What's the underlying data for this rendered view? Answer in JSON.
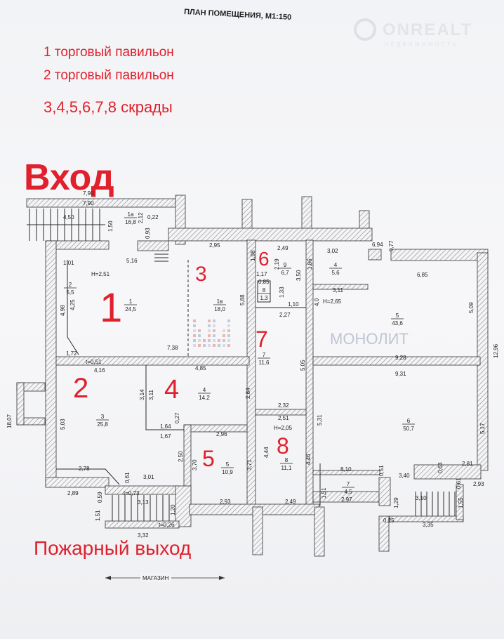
{
  "title": "ПЛАН ПОМЕЩЕНИЯ, М1:150",
  "watermarks": {
    "onrealt": "ONREALT",
    "onrealt_sub": "НЕДВИЖИМОСТЬ",
    "monolit": "МОНОЛИТ"
  },
  "annotations": {
    "line1": "1 торговый павильон",
    "line2": "2 торговый павильон",
    "line3": "3,4,5,6,7,8 скрады",
    "entrance": "Вход",
    "fire_exit": "Пожарный выход"
  },
  "big_labels": [
    "1",
    "2",
    "3",
    "4",
    "5",
    "6",
    "7",
    "8"
  ],
  "rooms": [
    {
      "num": "1а",
      "area": "16,8"
    },
    {
      "num": "1",
      "area": "24,5"
    },
    {
      "num": "2",
      "area": "5,5"
    },
    {
      "num": "1в",
      "area": "18,0"
    },
    {
      "num": "9",
      "area": "6,7"
    },
    {
      "num": "4",
      "area": "5,6"
    },
    {
      "num": "8",
      "area": "1,3"
    },
    {
      "num": "5",
      "area": "43,6"
    },
    {
      "num": "7",
      "area": "11,6"
    },
    {
      "num": "3",
      "area": "25,8"
    },
    {
      "num": "4",
      "area": "14,2"
    },
    {
      "num": "5",
      "area": "10,9"
    },
    {
      "num": "8",
      "area": "11,1"
    },
    {
      "num": "6",
      "area": "50,7"
    },
    {
      "num": "7",
      "area": "4,5"
    }
  ],
  "dims": [
    "7,90",
    "7,90",
    "4,50",
    "2,12",
    "0,22",
    "0,93",
    "1,50",
    "5,16",
    "1,01",
    "H=2,51",
    "4,98",
    "4,25",
    "2,95",
    "5,88",
    "2,49",
    "1,98",
    "2,19",
    "3,50",
    "1,17",
    "0,85",
    "1,33",
    "1,10",
    "2,27",
    "3,02",
    "1,86",
    "3,11",
    "H=2,65",
    "6,85",
    "5,09",
    "4,0",
    "1,72",
    "7,38",
    "t=0,51",
    "4,16",
    "4,85",
    "9,28",
    "9,31",
    "12,96",
    "5,05",
    "3,14",
    "3,11",
    "2,84",
    "2,32",
    "2,51",
    "H=2,05",
    "5,03",
    "1,64",
    "0,27",
    "1,67",
    "2,96",
    "2,50",
    "3,70",
    "3,71",
    "4,44",
    "4,46",
    "5,31",
    "5,17",
    "2,78",
    "0,61",
    "3,01",
    "2,89",
    "t=0,73",
    "0,59",
    "3,13",
    "1,51",
    "1,20",
    "t=0,26",
    "3,32",
    "2,93",
    "2,49",
    "8,10",
    "0,51",
    "3,40",
    "0,63",
    "2,81",
    "2,93",
    "0,61",
    "2,97",
    "1,51",
    "1,29",
    "3,10",
    "1,55",
    "0,25",
    "3,35",
    "18,07",
    "6,94",
    "0,77"
  ],
  "footer_label": "МАГАЗИН",
  "colors": {
    "annotation": "#e0202c",
    "wall_hatch": "#8a8a8a",
    "line": "#2a2a2a"
  }
}
